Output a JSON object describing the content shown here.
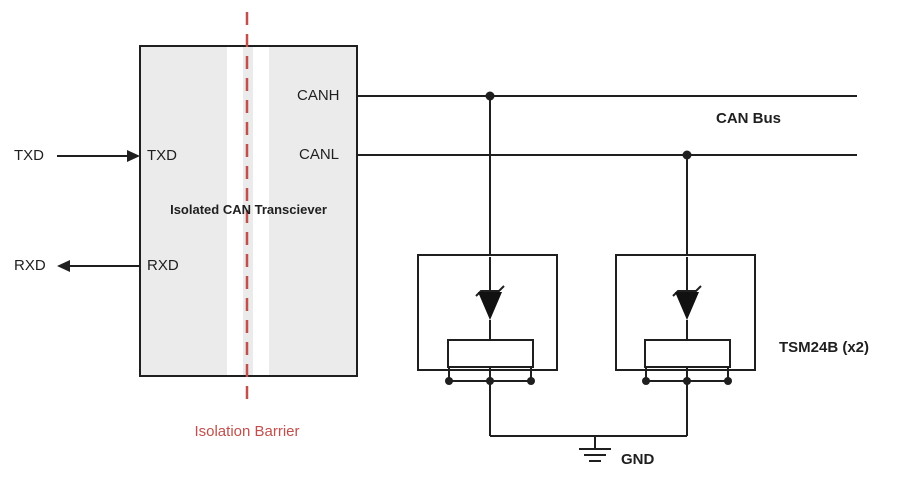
{
  "labels": {
    "txd_external": "TXD",
    "rxd_external": "RXD",
    "txd_pin": "TXD",
    "rxd_pin": "RXD",
    "canh_pin": "CANH",
    "canl_pin": "CANL",
    "transceiver": "Isolated CAN Transciever",
    "can_bus": "CAN Bus",
    "tvs_part": "TSM24B (x2)",
    "gnd": "GND",
    "isolation_barrier": "Isolation Barrier"
  },
  "colors": {
    "barrier_red": "#c0504d",
    "transceiver_fill": "#ebebeb",
    "wire": "#1f1f1f",
    "background": "#ffffff"
  }
}
